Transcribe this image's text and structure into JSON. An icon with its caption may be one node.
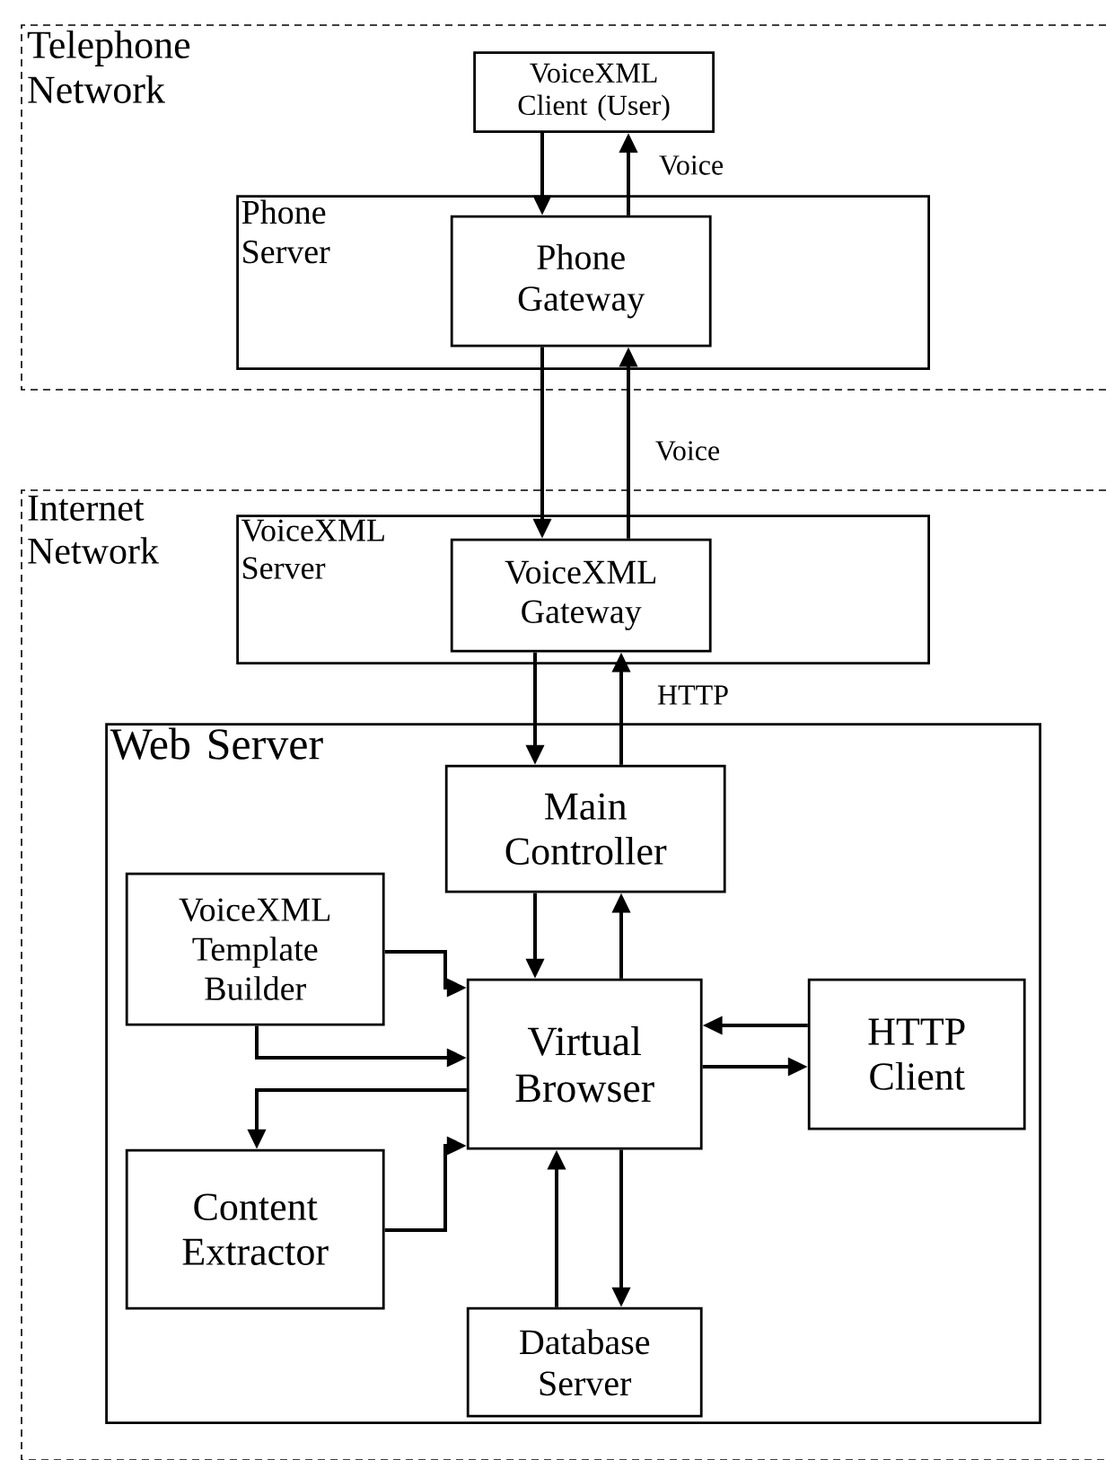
{
  "diagram": {
    "nodes": [
      {
        "text": [
          "Telephone Network"
        ]
      },
      {
        "text": [
          "VoiceXML Client (User)"
        ],
        "in": 0
      },
      {
        "text": [
          "Phone Server"
        ],
        "in": 0
      },
      {
        "text": [
          "Phone Gateway"
        ],
        "in": 2
      },
      {
        "text": [
          "Internet Network"
        ]
      },
      {
        "text": [
          "VoiceXML Server"
        ],
        "in": 4
      },
      {
        "text": [
          "VoiceXML Gateway"
        ],
        "in": 5
      },
      {
        "text": [
          "Web Server"
        ],
        "in": 4
      },
      {
        "text": [
          "Main Controller"
        ],
        "in": 7
      },
      {
        "text": [
          "VoiceXML Template Builder"
        ],
        "in": 7
      },
      {
        "text": [
          "Virtual Browser"
        ],
        "in": 7
      },
      {
        "text": [
          "HTTP Client"
        ],
        "in": 7
      },
      {
        "text": [
          "Content Extractor"
        ],
        "in": 7
      },
      {
        "text": [
          "Database Server"
        ],
        "in": 7
      }
    ],
    "edges": [
      {
        "from": 1,
        "to": 3,
        "arrow": "to"
      },
      {
        "from": 3,
        "to": 1,
        "arrow": "to",
        "label": "Voice"
      },
      {
        "from": 3,
        "to": 6,
        "arrow": "to"
      },
      {
        "from": 6,
        "to": 3,
        "arrow": "to",
        "label": "Voice"
      },
      {
        "from": 6,
        "to": 8,
        "arrow": "to"
      },
      {
        "from": 8,
        "to": 6,
        "arrow": "to",
        "label": "HTTP"
      },
      {
        "from": 8,
        "to": 10,
        "arrow": "to"
      },
      {
        "from": 10,
        "to": 8,
        "arrow": "to"
      },
      {
        "from": 9,
        "to": 10,
        "arrow": "to"
      },
      {
        "from": 9,
        "to": 10,
        "arrow": "to"
      },
      {
        "from": 10,
        "to": 12,
        "arrow": "to"
      },
      {
        "from": 12,
        "to": 10,
        "arrow": "to"
      },
      {
        "from": 11,
        "to": 10,
        "arrow": "to"
      },
      {
        "from": 10,
        "to": 11,
        "arrow": "to"
      },
      {
        "from": 13,
        "to": 10,
        "arrow": "to"
      },
      {
        "from": 10,
        "to": 13,
        "arrow": "to"
      }
    ]
  }
}
